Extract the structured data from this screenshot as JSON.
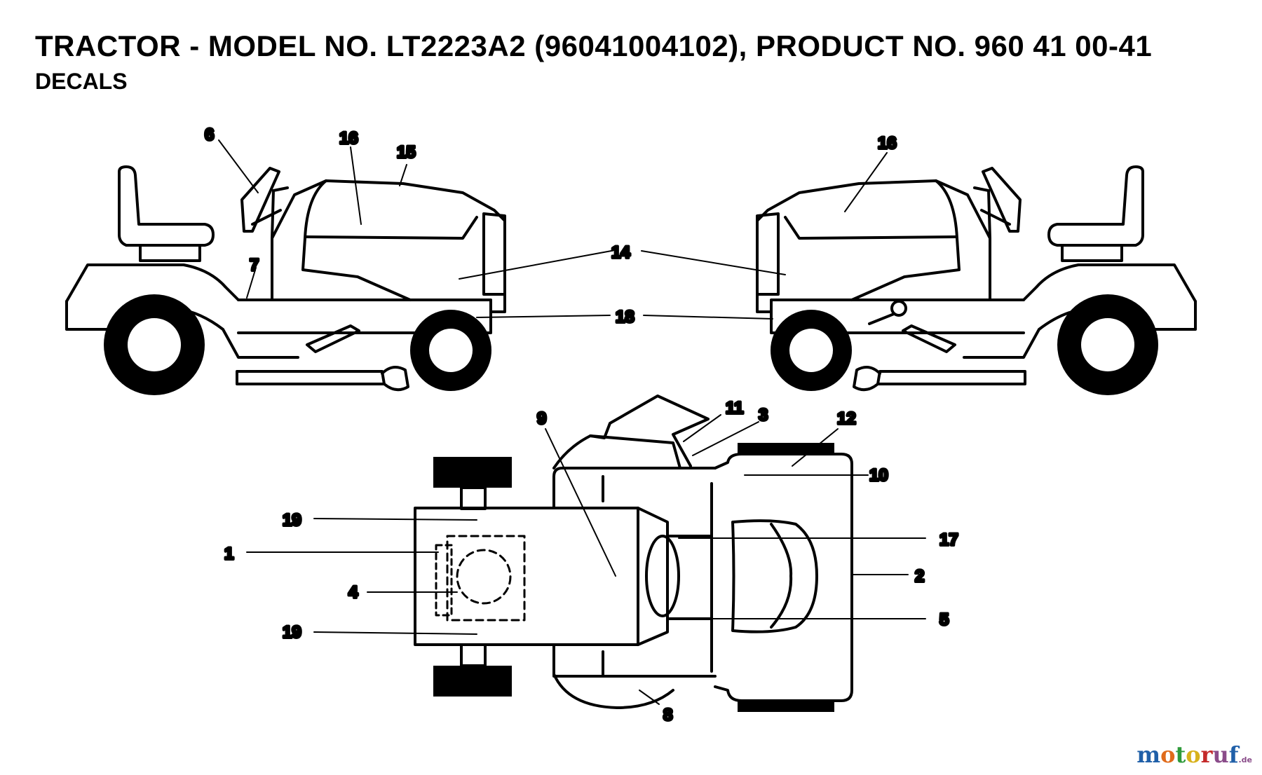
{
  "header": {
    "title": "TRACTOR - MODEL NO. LT2223A2 (96041004102), PRODUCT NO. 960 41 00-41",
    "subtitle": "DECALS"
  },
  "callouts": {
    "left_side": {
      "c6": "6",
      "c16": "16",
      "c15": "15",
      "c7": "7"
    },
    "right_side": {
      "c16": "16"
    },
    "shared": {
      "c14": "14",
      "c18": "18"
    },
    "top_view": {
      "c9": "9",
      "c11": "11",
      "c3": "3",
      "c12": "12",
      "c10": "10",
      "c17": "17",
      "c2": "2",
      "c5": "5",
      "c8": "8",
      "c19_top": "19",
      "c1": "1",
      "c4": "4",
      "c19_bottom": "19"
    }
  },
  "watermark": {
    "letters": [
      {
        "ch": "m",
        "color": "#1f5fa8"
      },
      {
        "ch": "o",
        "color": "#e06b1b"
      },
      {
        "ch": "t",
        "color": "#2e9a3a"
      },
      {
        "ch": "o",
        "color": "#d8b21c"
      },
      {
        "ch": "r",
        "color": "#c42a2a"
      },
      {
        "ch": "u",
        "color": "#8a4c8a"
      },
      {
        "ch": "f",
        "color": "#1f5fa8"
      }
    ],
    "suffix": ".de"
  }
}
